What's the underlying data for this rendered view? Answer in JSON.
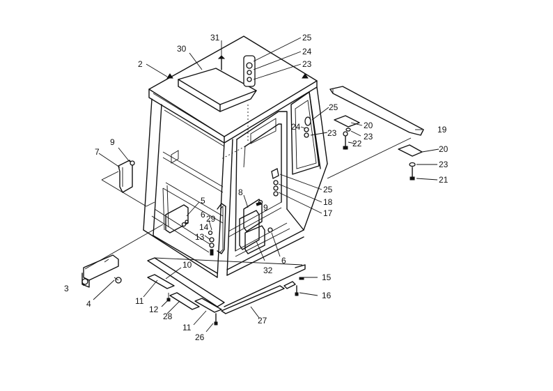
{
  "callouts": [
    {
      "id": "c31a",
      "text": "31"
    },
    {
      "id": "c25a",
      "text": "25"
    },
    {
      "id": "c30",
      "text": "30"
    },
    {
      "id": "c24a",
      "text": "24"
    },
    {
      "id": "c2",
      "text": "2"
    },
    {
      "id": "c23a",
      "text": "23"
    },
    {
      "id": "c25b",
      "text": "25"
    },
    {
      "id": "c20a",
      "text": "20"
    },
    {
      "id": "c24b",
      "text": "24"
    },
    {
      "id": "c19",
      "text": "19"
    },
    {
      "id": "c23b",
      "text": "23"
    },
    {
      "id": "c23c",
      "text": "23"
    },
    {
      "id": "c9a",
      "text": "9"
    },
    {
      "id": "c22",
      "text": "22"
    },
    {
      "id": "c20b",
      "text": "20"
    },
    {
      "id": "c7",
      "text": "7"
    },
    {
      "id": "c23d",
      "text": "23"
    },
    {
      "id": "c21",
      "text": "21"
    },
    {
      "id": "c25c",
      "text": "25"
    },
    {
      "id": "c8",
      "text": "8"
    },
    {
      "id": "c18",
      "text": "18"
    },
    {
      "id": "c5",
      "text": "5"
    },
    {
      "id": "c9b",
      "text": "9"
    },
    {
      "id": "c17",
      "text": "17"
    },
    {
      "id": "c6a",
      "text": "6"
    },
    {
      "id": "c29",
      "text": "29"
    },
    {
      "id": "c14",
      "text": "14"
    },
    {
      "id": "c13",
      "text": "13"
    },
    {
      "id": "c6b",
      "text": "6"
    },
    {
      "id": "c32",
      "text": "32"
    },
    {
      "id": "c10",
      "text": "10"
    },
    {
      "id": "c15",
      "text": "15"
    },
    {
      "id": "c3",
      "text": "3"
    },
    {
      "id": "c4",
      "text": "4"
    },
    {
      "id": "c16",
      "text": "16"
    },
    {
      "id": "c11a",
      "text": "11"
    },
    {
      "id": "c12",
      "text": "12"
    },
    {
      "id": "c28",
      "text": "28"
    },
    {
      "id": "c27",
      "text": "27"
    },
    {
      "id": "c11b",
      "text": "11"
    },
    {
      "id": "c26",
      "text": "26"
    }
  ]
}
